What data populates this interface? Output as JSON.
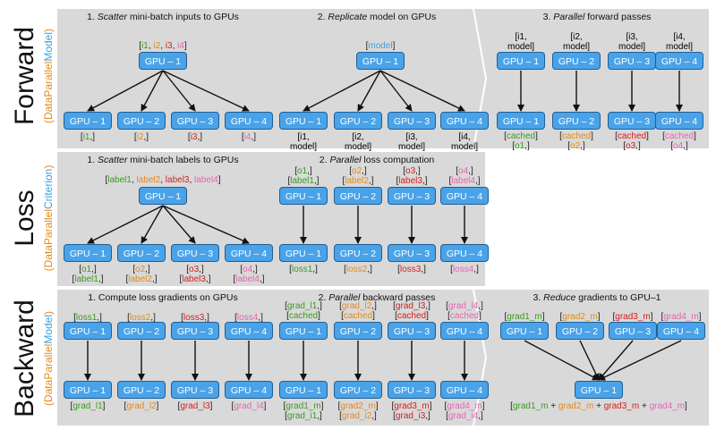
{
  "colors": {
    "gpu_fill": "#4aa3e8",
    "gpu_border": "#1f5f96",
    "panel": "#d9d9d9",
    "green": "#3a9b22",
    "orange": "#e48a1a",
    "red": "#d42020",
    "pink": "#e266b3",
    "blue": "#3aa0e0"
  },
  "rows": {
    "forward": {
      "title": "Forward",
      "sub": "(DataParallelModel)"
    },
    "loss": {
      "title": "Loss",
      "sub": "(DataParallelCriterion)"
    },
    "backward": {
      "title": "Backward",
      "sub": "(DataParallelModel)"
    }
  },
  "panels": {
    "f1": {
      "num": "1. ",
      "em": "Scatter",
      "rest": " mini-batch inputs to GPUs"
    },
    "f2": {
      "num": "2. ",
      "em": "Replicate",
      "rest": " model on GPUs"
    },
    "f3": {
      "num": "3. ",
      "em": "Parallel",
      "rest": " forward passes"
    },
    "l1": {
      "num": "1. ",
      "em": "Scatter",
      "rest": " mini-batch labels to GPUs"
    },
    "l2": {
      "num": "2. ",
      "em": "Parallel",
      "rest": " loss computation"
    },
    "b1": {
      "num": "1. ",
      "em": "",
      "rest": "Compute loss gradients on GPUs"
    },
    "b2": {
      "num": "2. ",
      "em": "Parallel",
      "rest": " backward passes"
    },
    "b3": {
      "num": "3. ",
      "em": "Reduce",
      "rest": " gradients to GPU–1"
    }
  },
  "gpus": [
    "GPU – 1",
    "GPU – 2",
    "GPU – 3",
    "GPU – 4"
  ],
  "f1_top": [
    {
      "t": "[",
      "c": "dark"
    },
    {
      "t": "i1",
      "c": "green"
    },
    {
      "t": ", ",
      "c": "dark"
    },
    {
      "t": "i2",
      "c": "orange"
    },
    {
      "t": ", ",
      "c": "dark"
    },
    {
      "t": "i3",
      "c": "red"
    },
    {
      "t": ", ",
      "c": "dark"
    },
    {
      "t": "i4",
      "c": "pink"
    },
    {
      "t": "]",
      "c": "dark"
    }
  ],
  "f2_top": [
    {
      "t": "[",
      "c": "dark"
    },
    {
      "t": "model",
      "c": "blue"
    },
    {
      "t": "]",
      "c": "dark"
    }
  ],
  "l1_top": [
    {
      "t": "[",
      "c": "dark"
    },
    {
      "t": "label1",
      "c": "green"
    },
    {
      "t": ", ",
      "c": "dark"
    },
    {
      "t": "label2",
      "c": "orange"
    },
    {
      "t": ", ",
      "c": "dark"
    },
    {
      "t": "label3",
      "c": "red"
    },
    {
      "t": ", ",
      "c": "dark"
    },
    {
      "t": "label4",
      "c": "pink"
    },
    {
      "t": "]",
      "c": "dark"
    }
  ],
  "b3_bottom": [
    {
      "t": "[",
      "c": "dark"
    },
    {
      "t": "grad1_m",
      "c": "green"
    },
    {
      "t": " + ",
      "c": "dark"
    },
    {
      "t": "grad2_m",
      "c": "orange"
    },
    {
      "t": " + ",
      "c": "dark"
    },
    {
      "t": "grad3_m",
      "c": "red"
    },
    {
      "t": " + ",
      "c": "dark"
    },
    {
      "t": "grad4_m",
      "c": "pink"
    },
    {
      "t": "]",
      "c": "dark"
    }
  ],
  "labels": {
    "f1_bottom": [
      [
        "[i1,]"
      ],
      [
        "[i2,]"
      ],
      [
        "[i3,]"
      ],
      [
        "[i4,]"
      ]
    ],
    "f2_bottom": [
      [
        "[i1,",
        "model]"
      ],
      [
        "[i2,",
        "model]"
      ],
      [
        "[i3,",
        "model]"
      ],
      [
        "[i4,",
        "model]"
      ]
    ],
    "f3_top": [
      [
        "[i1,",
        "model]"
      ],
      [
        "[i2,",
        "model]"
      ],
      [
        "[i3,",
        "model]"
      ],
      [
        "[i4,",
        "model]"
      ]
    ],
    "f3_bottom": [
      [
        "[cached]",
        "[o1,]"
      ],
      [
        "[cached]",
        "[o2,]"
      ],
      [
        "[cached]",
        "[o3,]"
      ],
      [
        "[cached]",
        "[o4,]"
      ]
    ],
    "l1_bottom": [
      [
        "[o1,]",
        "[label1,]"
      ],
      [
        "[o2,]",
        "[label2,]"
      ],
      [
        "[o3,]",
        "[label3,]"
      ],
      [
        "[o4,]",
        "[label4,]"
      ]
    ],
    "l2_top": [
      [
        "[o1,]",
        "[label1,]"
      ],
      [
        "[o2,]",
        "[label2,]"
      ],
      [
        "[o3,]",
        "[label3,]"
      ],
      [
        "[o4,]",
        "[label4,]"
      ]
    ],
    "l2_bottom": [
      [
        "[loss1,]"
      ],
      [
        "[loss2,]"
      ],
      [
        "[loss3,]"
      ],
      [
        "[loss4,]"
      ]
    ],
    "b1_top": [
      [
        "[loss1,]"
      ],
      [
        "[loss2,]"
      ],
      [
        "[loss3,]"
      ],
      [
        "[loss4,]"
      ]
    ],
    "b1_bottom": [
      [
        "[grad_l1]"
      ],
      [
        "[grad_l2]"
      ],
      [
        "[grad_l3]"
      ],
      [
        "[grad_l4]"
      ]
    ],
    "b2_top": [
      [
        "[grad_l1,]",
        "[cached]"
      ],
      [
        "[grad_l2,]",
        "[cached]"
      ],
      [
        "[grad_l3,]",
        "[cached]"
      ],
      [
        "[grad_l4,]",
        "[cached]"
      ]
    ],
    "b2_bottom": [
      [
        "[grad1_m]",
        "[grad_i1,]"
      ],
      [
        "[grad2_m]",
        "[grad_i2,]"
      ],
      [
        "[grad3_m]",
        "[grad_i3,]"
      ],
      [
        "[grad4_m]",
        "[grad_i4,]"
      ]
    ],
    "b3_top": [
      [
        "[grad1_m]"
      ],
      [
        "[grad2_m]"
      ],
      [
        "[grad3_m]"
      ],
      [
        "[grad4_m]"
      ]
    ]
  }
}
